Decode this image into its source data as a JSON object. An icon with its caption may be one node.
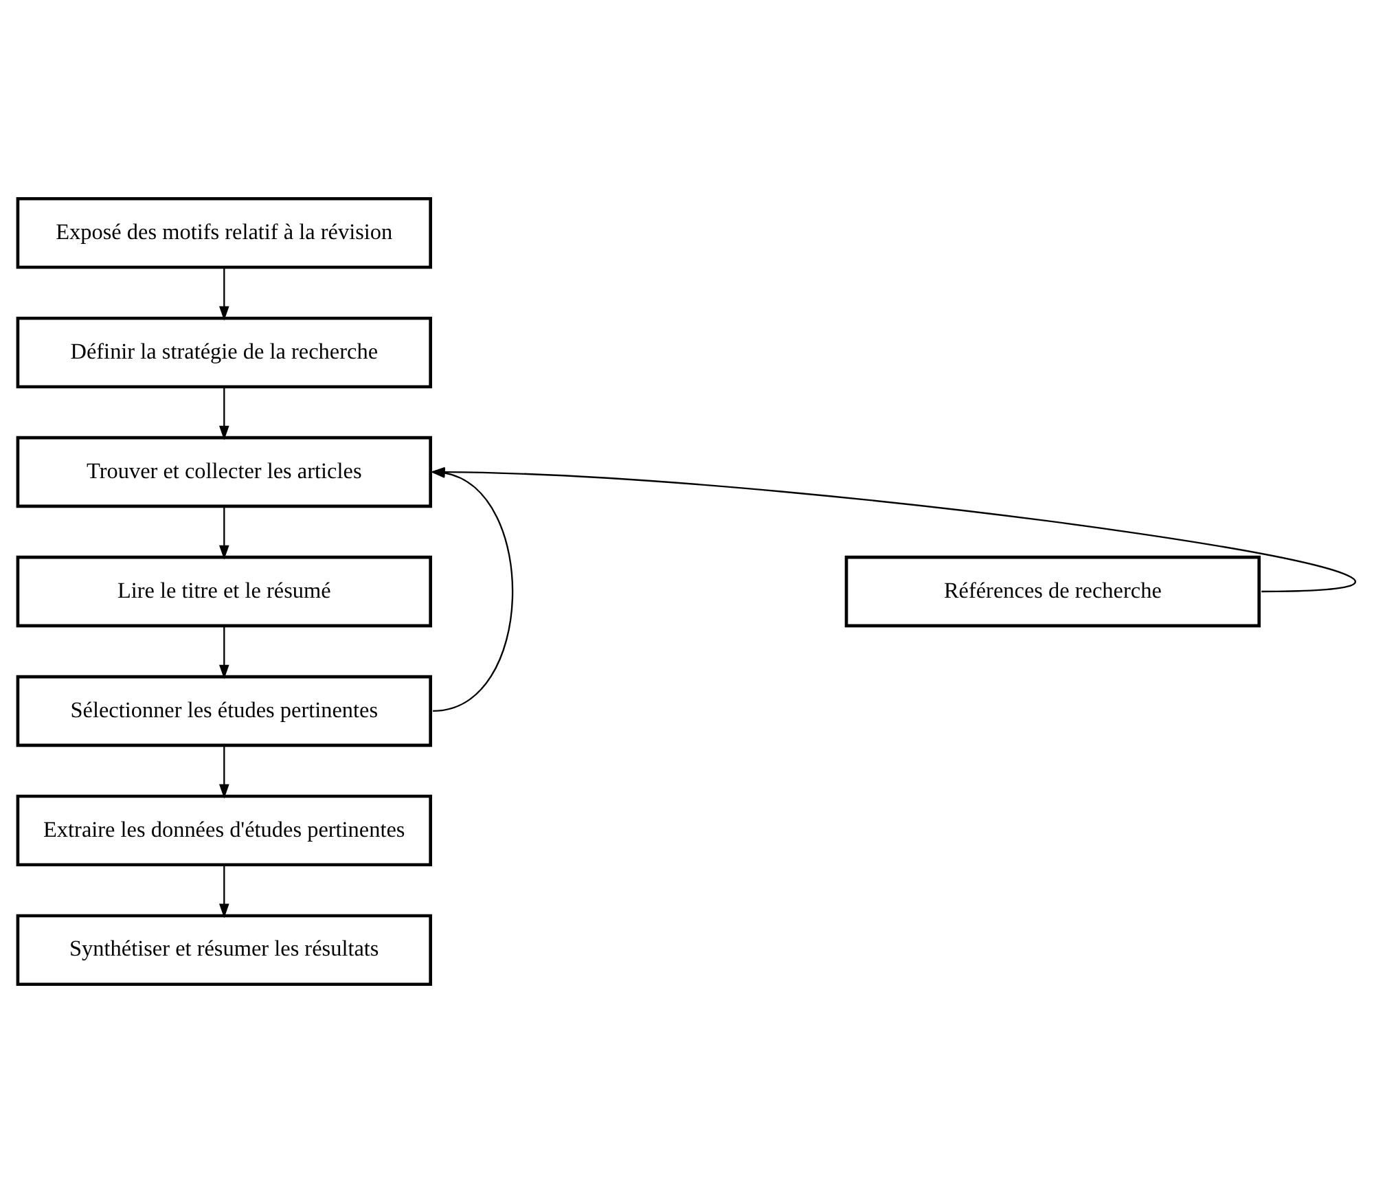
{
  "diagram": {
    "nodes": [
      {
        "text": [
          "Exposé des motifs relatif à la révision"
        ]
      },
      {
        "text": [
          "Définir la stratégie de la recherche"
        ]
      },
      {
        "text": [
          "Trouver et collecter les articles"
        ]
      },
      {
        "text": [
          "Lire le titre et le résumé"
        ]
      },
      {
        "text": [
          "Sélectionner les études pertinentes"
        ]
      },
      {
        "text": [
          "Extraire les données d'études pertinentes"
        ]
      },
      {
        "text": [
          "Synthétiser et résumer les résultats"
        ]
      },
      {
        "text": [
          "Références de recherche"
        ]
      }
    ],
    "edges": [
      {
        "from": 0,
        "to": 1,
        "arrow": "to"
      },
      {
        "from": 1,
        "to": 2,
        "arrow": "to"
      },
      {
        "from": 2,
        "to": 3,
        "arrow": "to"
      },
      {
        "from": 3,
        "to": 4,
        "arrow": "to"
      },
      {
        "from": 4,
        "to": 5,
        "arrow": "to"
      },
      {
        "from": 5,
        "to": 6,
        "arrow": "to"
      },
      {
        "from": 4,
        "to": 2,
        "arrow": "to"
      },
      {
        "from": 7,
        "to": 2,
        "arrow": "to"
      }
    ]
  }
}
